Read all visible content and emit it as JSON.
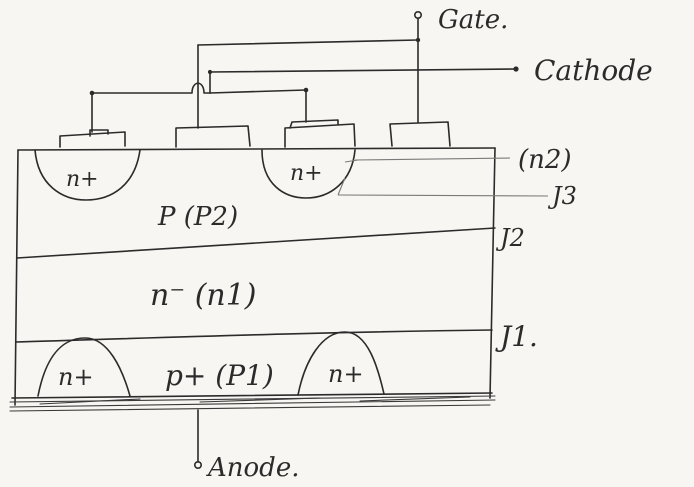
{
  "terminals": {
    "gate": "Gate.",
    "cathode": "Cathode",
    "anode": "Anode."
  },
  "regions": {
    "n_plus_left": "n+",
    "n_plus_right": "n+",
    "n2": "(n2)",
    "p2": "P (P2)",
    "n1": "n⁻ (n1)",
    "p1": "p+ (P1)",
    "n_plus_bottom_left": "n+",
    "n_plus_bottom_right": "n+"
  },
  "junctions": {
    "j3": "J3",
    "j2": "J2",
    "j1": "J1."
  },
  "colors": {
    "ink": "#2b2b2b",
    "paper": "#f7f6f2",
    "pencil": "#7a7a7a"
  }
}
